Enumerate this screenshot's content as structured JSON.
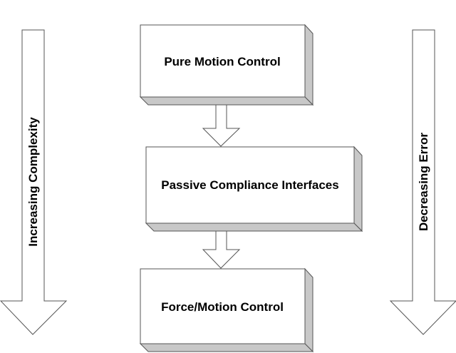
{
  "diagram": {
    "boxes": [
      {
        "label": "Pure Motion Control"
      },
      {
        "label": "Passive Compliance Interfaces"
      },
      {
        "label": "Force/Motion Control"
      }
    ],
    "left_arrow": {
      "label": "Increasing Complexity"
    },
    "right_arrow": {
      "label": "Decreasing Error"
    }
  },
  "colors": {
    "box_fill": "#ffffff",
    "box_side": "#c8c8c8",
    "stroke": "#555555"
  }
}
